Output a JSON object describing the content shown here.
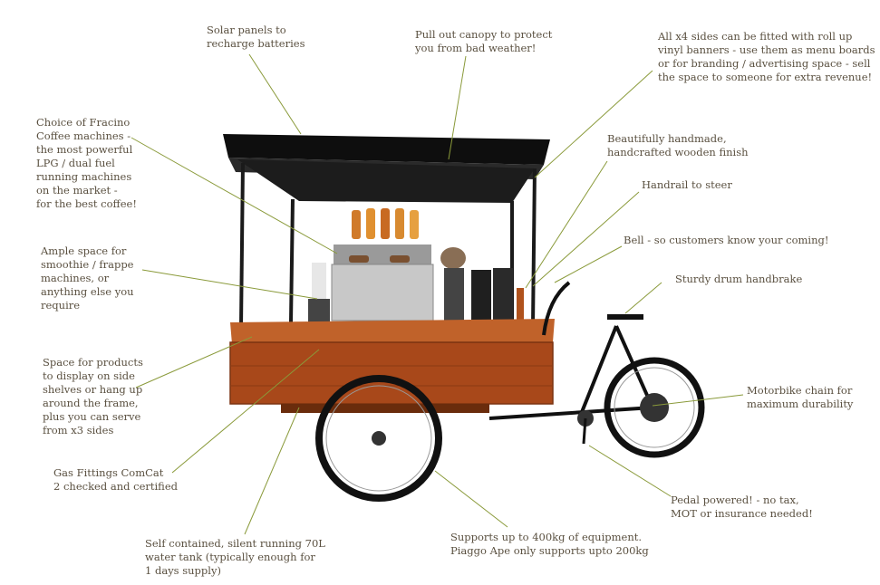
{
  "annotations": {
    "solar_panels": "Solar panels to\nrecharge batteries",
    "canopy": "Pull out canopy to protect\nyou from bad weather!",
    "banners": "All x4 sides can be fitted with roll up\nvinyl banners - use them as menu boards\nor for branding / advertising space - sell\nthe space to someone for extra revenue!",
    "fracino": "Choice of Fracino\nCoffee machines -\nthe most powerful\nLPG / dual fuel\nrunning machines\non the market -\nfor the best coffee!",
    "wooden_finish": "Beautifully handmade,\nhandcrafted wooden finish",
    "handrail": "Handrail to steer",
    "ample_space": "Ample space for\nsmoothie / frappe\nmachines, or\nanything else you\nrequire",
    "bell": "Bell - so customers know your coming!",
    "handbrake": "Sturdy drum handbrake",
    "shelves": "Space for products\nto display on side\nshelves or hang up\naround the frame,\nplus you can serve\nfrom x3 sides",
    "chain": "Motorbike chain for\nmaximum durability",
    "gas": "Gas Fittings ComCat\n2 checked and certified",
    "pedal": "Pedal powered! - no tax,\nMOT or insurance needed!",
    "water_tank": "Self contained, silent running 70L\nwater tank (typically enough for\n1 days supply)",
    "capacity": "Supports up to 400kg of equipment.\nPiaggo Ape only supports upto 200kg"
  },
  "colors": {
    "leader_line": "#8a9a3a",
    "text": "#5a5040",
    "wood": "#b0521c",
    "frame": "#1a1a1a",
    "canopy": "#111111"
  }
}
